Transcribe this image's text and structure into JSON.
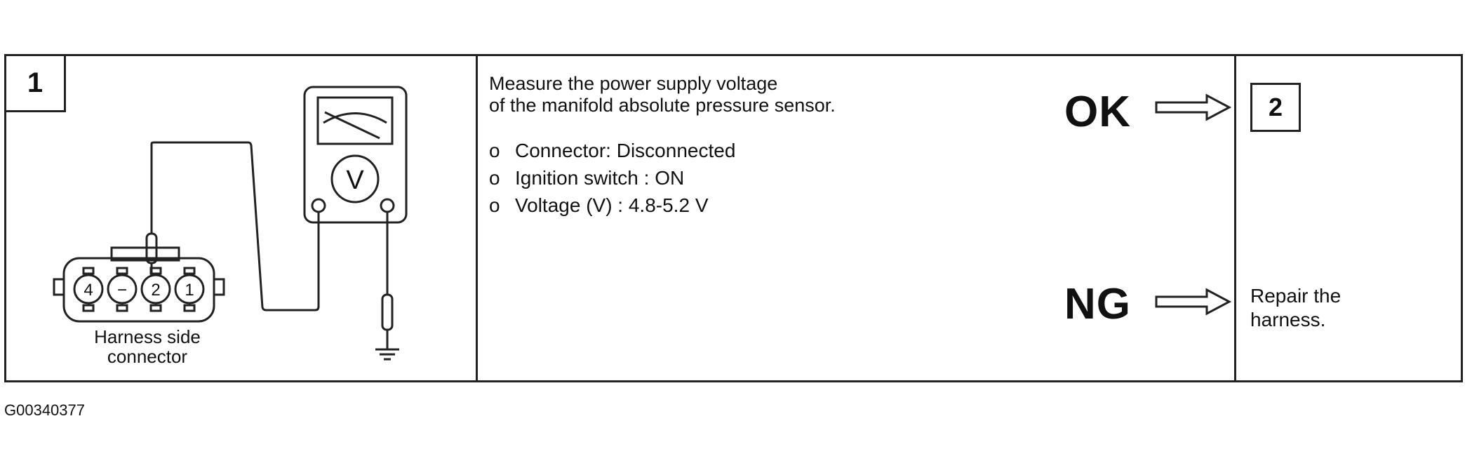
{
  "step": {
    "number": "1",
    "next_step": "2"
  },
  "connector": {
    "pins": [
      "4",
      "−",
      "2",
      "1"
    ],
    "label_line1": "Harness side",
    "label_line2": "connector"
  },
  "meter": {
    "symbol": "V",
    "icon": "voltmeter-icon",
    "ground_icon": "ground-icon"
  },
  "instruction": {
    "line1": "Measure the power supply voltage",
    "line2": "of the manifold absolute pressure sensor.",
    "bullet_mark": "o",
    "bullets": [
      "Connector: Disconnected",
      "Ignition switch : ON",
      "Voltage (V) : 4.8-5.2 V"
    ]
  },
  "results": {
    "ok_label": "OK",
    "ng_label": "NG",
    "ng_action_line1": "Repair the",
    "ng_action_line2": "harness."
  },
  "figure_code": "G00340377"
}
